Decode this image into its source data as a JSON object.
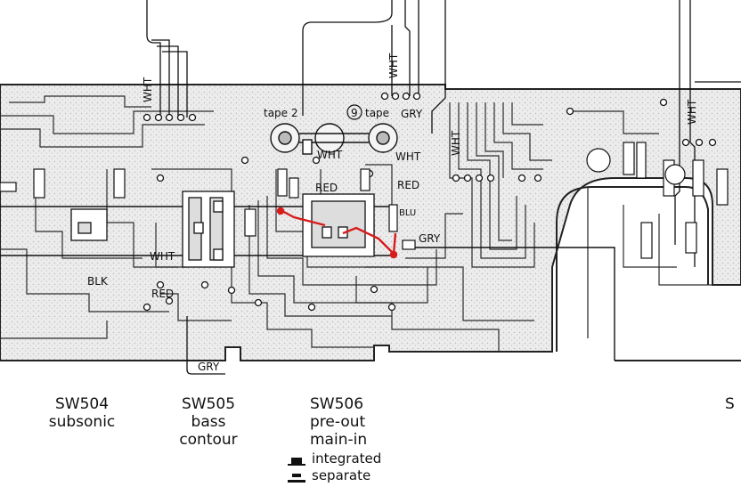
{
  "wire_labels": {
    "wht_top_left": "WHT",
    "wht_top_mid": "WHT",
    "wht_mid": "WHT",
    "wht_mid2": "WHT",
    "wht_right": "WHT",
    "wht_far_right": "WHT",
    "wht_left_lower": "WHT",
    "red_mid": "RED",
    "red_mid2": "RED",
    "red_left": "RED",
    "gry_top": "GRY",
    "gry_right": "GRY",
    "gry_bottom": "GRY",
    "blk_left": "BLK",
    "blu_mid": "BLU",
    "tape2": "tape 2",
    "tape_circled_num": "9",
    "tape": "tape"
  },
  "captions": {
    "sw504": {
      "id": "SW504",
      "lines": [
        "subsonic"
      ]
    },
    "sw505": {
      "id": "SW505",
      "lines": [
        "bass",
        "contour"
      ]
    },
    "sw506": {
      "id": "SW506",
      "lines": [
        "pre-out",
        "main-in"
      ]
    },
    "sw_right_partial": "S"
  },
  "legend": {
    "integrated": "integrated",
    "separate": "separate"
  },
  "colors": {
    "trace": "#222222",
    "highlight": "#d81b1b",
    "board_fill": "#e9e9e9"
  }
}
